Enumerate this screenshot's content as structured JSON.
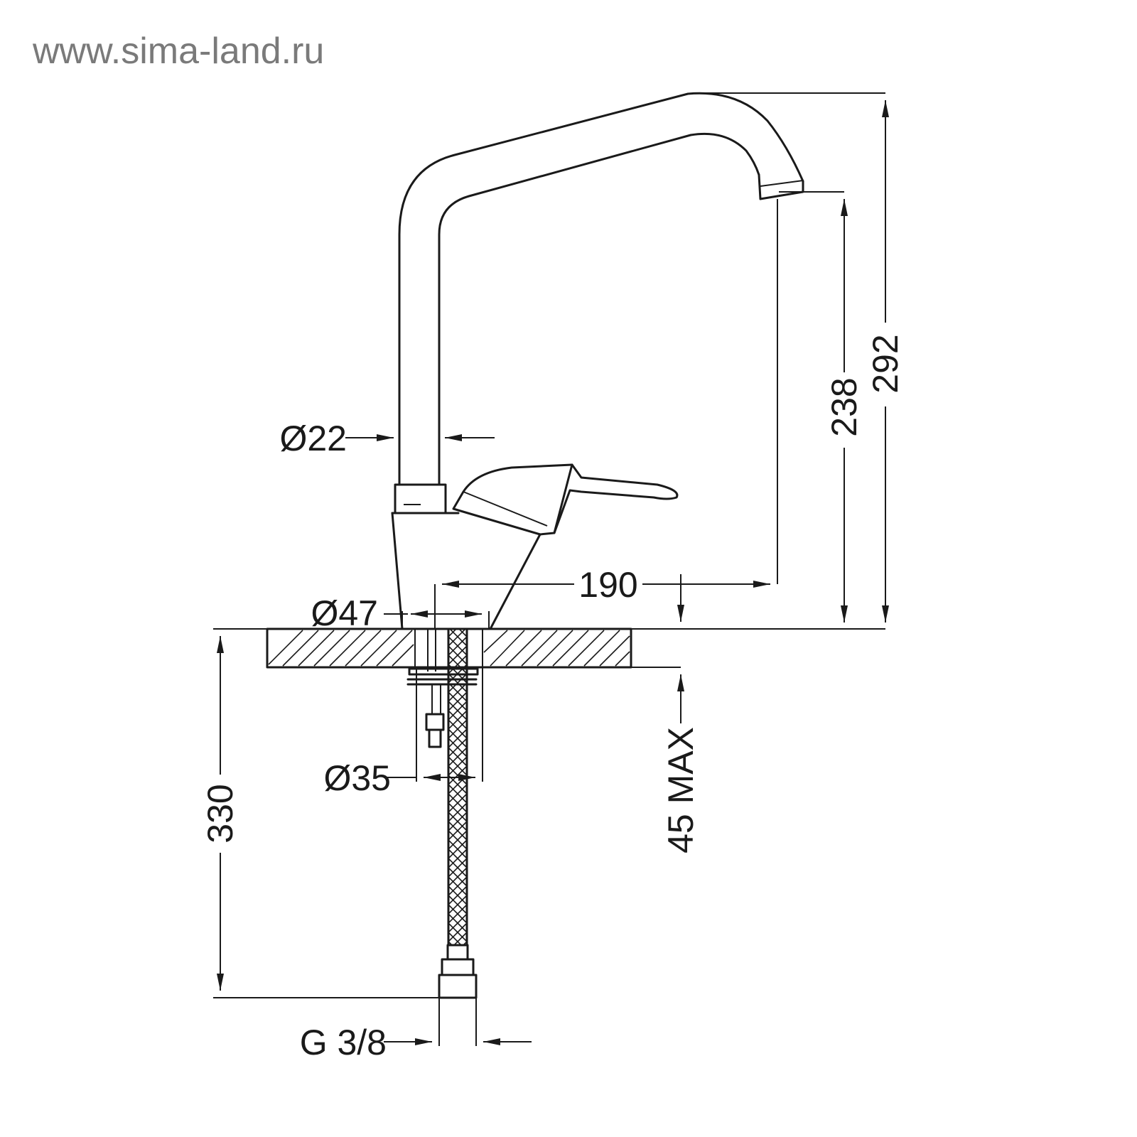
{
  "watermark": "www.sima-land.ru",
  "dimensions": {
    "total_height": "292",
    "spout_height": "238",
    "spout_reach": "190",
    "spout_diameter": "Ø22",
    "base_diameter": "Ø47",
    "shank_diameter": "Ø35",
    "hose_length": "330",
    "max_deck_thickness": "45 MAX",
    "thread": "G 3/8"
  },
  "colors": {
    "line": "#1a1a1a",
    "watermark": "#7a7a7a"
  }
}
